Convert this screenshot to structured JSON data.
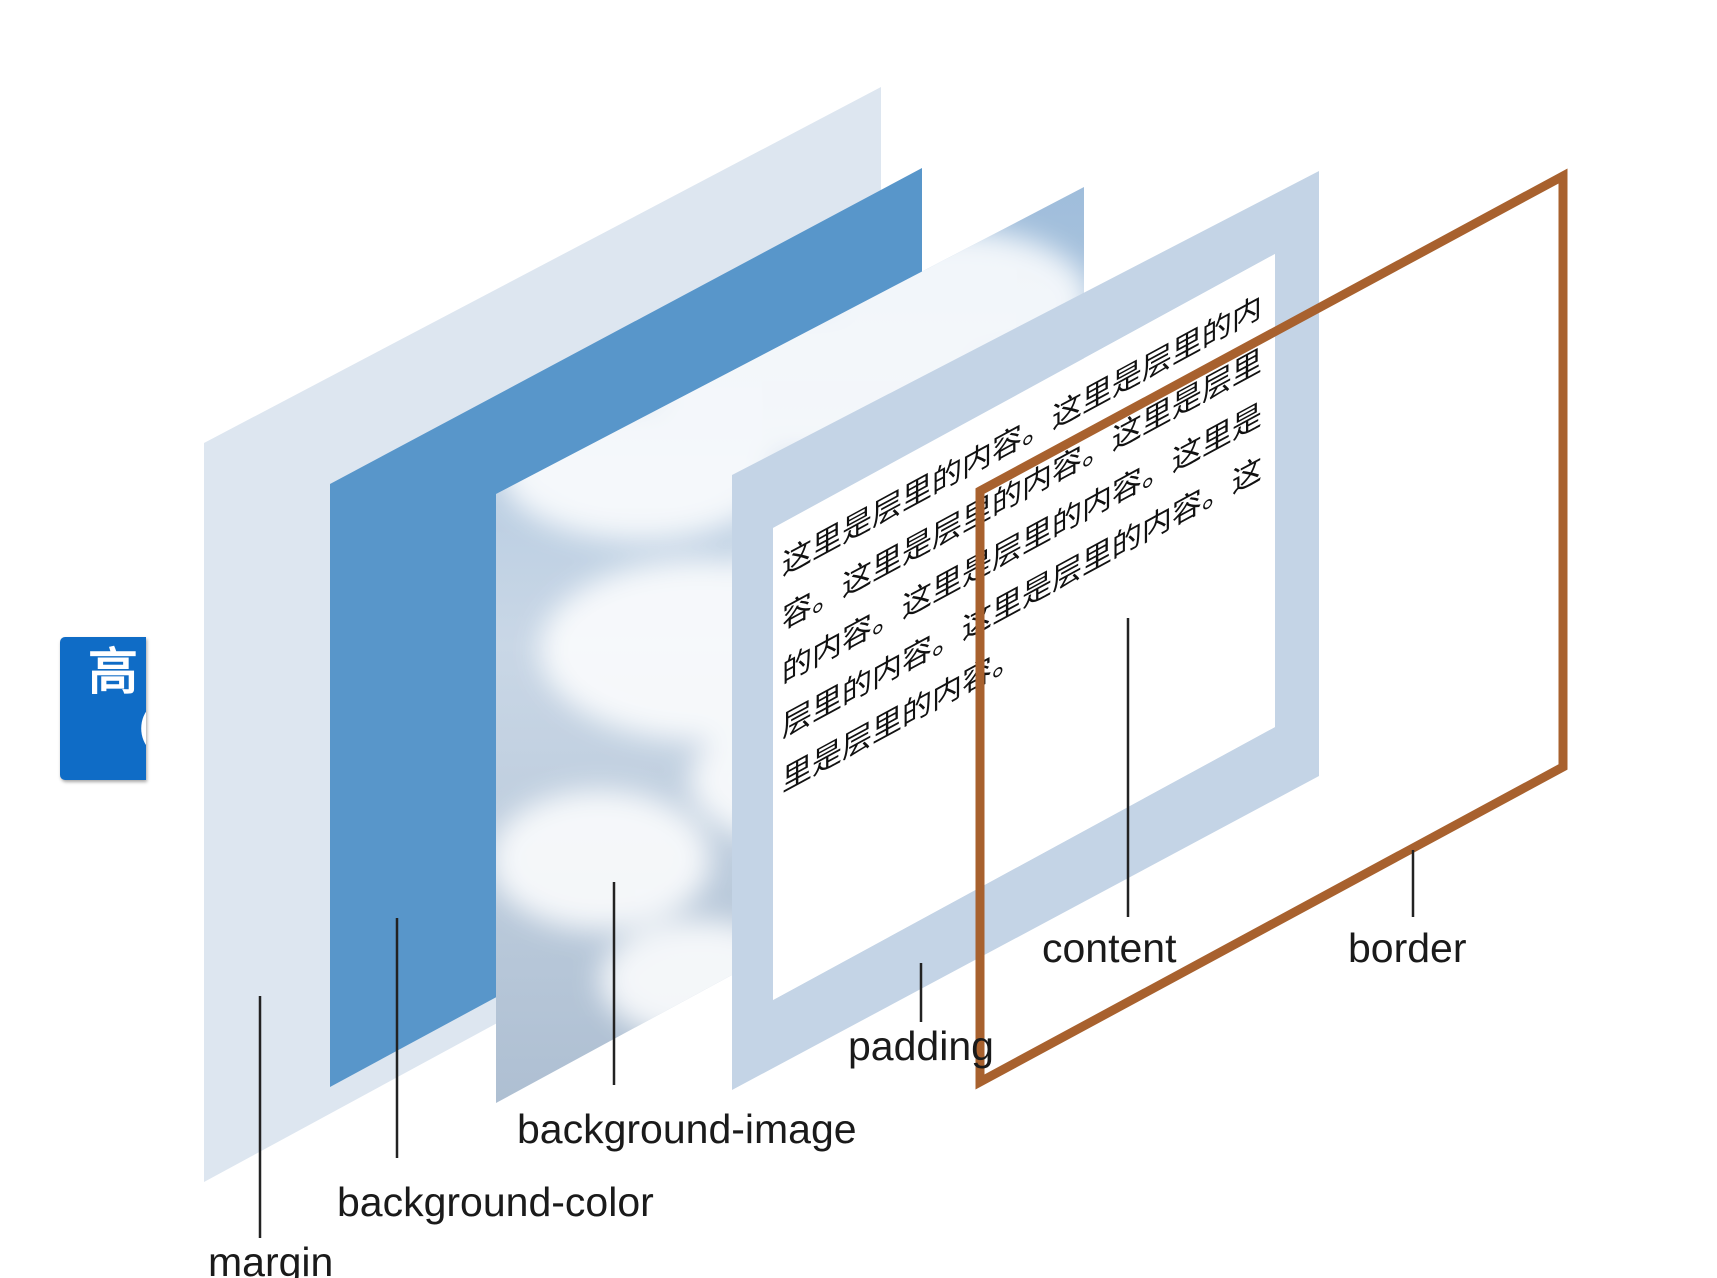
{
  "side_tab": {
    "line1": "高",
    "line2": "（"
  },
  "layers": [
    {
      "name": "margin",
      "label": "margin",
      "color": "#dde6f0"
    },
    {
      "name": "background-color",
      "label": "background-color",
      "color": "#5896ca"
    },
    {
      "name": "background-image",
      "label": "background-image",
      "color": "#b9cde0"
    },
    {
      "name": "padding",
      "label": "padding",
      "color": "#c4d4e6"
    },
    {
      "name": "content",
      "label": "content",
      "color": "#ffffff"
    },
    {
      "name": "border",
      "label": "border",
      "color": "#a8612e"
    }
  ],
  "content_text": [
    "这里是层里的内容。这里是层里的内",
    "容。这里是层里的内容。这里是层里",
    "的内容。这里是层里的内容。这里是",
    "层里的内容。这里是层里的内容。这",
    "里是层里的内容。"
  ]
}
